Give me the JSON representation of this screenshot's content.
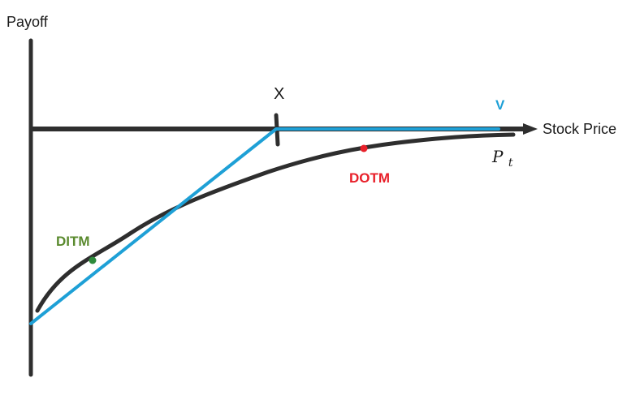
{
  "diagram": {
    "y_axis_label": "Payoff",
    "x_axis_label": "Stock Price",
    "strike_label": "X",
    "payoff_line_label": "V",
    "value_curve_label": "P",
    "value_curve_subscript": "t",
    "point_itm_label": "DITM",
    "point_otm_label": "DOTM"
  },
  "colors": {
    "axis": "#2e2e2e",
    "payoff_line": "#1ea0d6",
    "value_curve": "#2e2e2e",
    "point_itm": "#2e8b3c",
    "point_otm": "#e8202a",
    "label_itm": "#5a8a2e",
    "label_otm": "#e8202a",
    "label_v": "#1ea0d6"
  }
}
